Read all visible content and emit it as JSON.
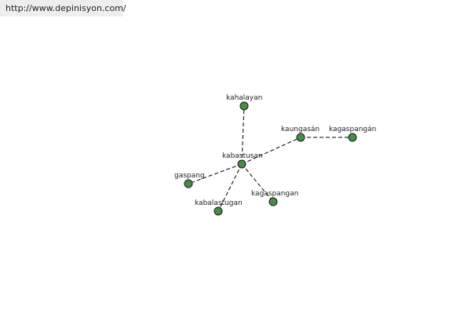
{
  "header": {
    "url": "http://www.depinisyon.com/"
  },
  "graph": {
    "node_color": "#4b8a4b",
    "edge_style": "dashed",
    "nodes": [
      {
        "id": "kabastusan",
        "label": "kabastusan"
      },
      {
        "id": "kahalayan",
        "label": "kahalayan"
      },
      {
        "id": "kaungasan",
        "label": "kaungasán"
      },
      {
        "id": "kagaspangan2",
        "label": "kagaspangán"
      },
      {
        "id": "gaspang",
        "label": "gaspang"
      },
      {
        "id": "kabalastugan",
        "label": "kabalastugan"
      },
      {
        "id": "kagaspangan",
        "label": "kagaspangan"
      }
    ],
    "edges": [
      {
        "from": "kabastusan",
        "to": "kahalayan"
      },
      {
        "from": "kabastusan",
        "to": "kaungasan"
      },
      {
        "from": "kaungasan",
        "to": "kagaspangan2"
      },
      {
        "from": "kabastusan",
        "to": "gaspang"
      },
      {
        "from": "kabastusan",
        "to": "kabalastugan"
      },
      {
        "from": "kabastusan",
        "to": "kagaspangan"
      }
    ]
  }
}
